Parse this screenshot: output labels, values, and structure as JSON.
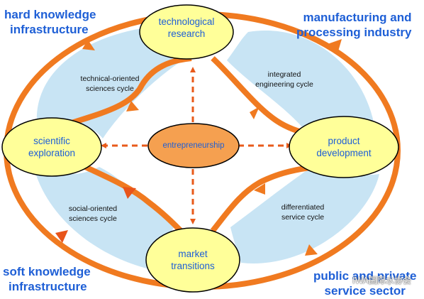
{
  "corners": {
    "top_left": [
      "hard knowledge",
      "infrastructure"
    ],
    "top_right": [
      "manufacturing and",
      "processing industry"
    ],
    "bottom_left": [
      "soft knowledge",
      "infrastructure"
    ],
    "bottom_right": [
      "public and private",
      "service sector"
    ]
  },
  "nodes": {
    "top": [
      "technological",
      "research"
    ],
    "left": [
      "scientific",
      "exploration"
    ],
    "center": [
      "entrepreneurship"
    ],
    "right": [
      "product",
      "development"
    ],
    "bottom": [
      "market",
      "transitions"
    ]
  },
  "cycles": {
    "top_left": [
      "technical-oriented",
      "sciences cycle"
    ],
    "top_right": [
      "integrated",
      "engineering cycle"
    ],
    "bottom_left": [
      "social-oriented",
      "sciences cycle"
    ],
    "bottom_right": [
      "differentiated",
      "service cycle"
    ]
  },
  "watermark": "IWA国际水协会",
  "colors": {
    "ring": "#f07a20",
    "fill": "#c8e4f4",
    "node": "#ffff99",
    "center": "#f5a050",
    "corner_text": "#1e5fd6",
    "dashed": "#e85a1a"
  }
}
